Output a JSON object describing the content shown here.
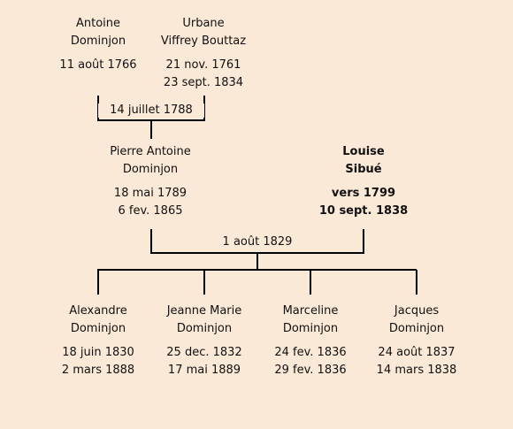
{
  "generation1": {
    "father": {
      "name_line1": "Antoine",
      "name_line2": "Dominjon",
      "birth": "11 août 1766",
      "death": ""
    },
    "mother": {
      "name_line1": "Urbane",
      "name_line2": "Viffrey Bouttaz",
      "birth": "21 nov. 1761",
      "death": "23 sept. 1834"
    },
    "marriage": "14 juillet 1788"
  },
  "generation2": {
    "father": {
      "name_line1": "Pierre Antoine",
      "name_line2": "Dominjon",
      "birth": "18 mai 1789",
      "death": "6 fev. 1865"
    },
    "mother": {
      "name_line1": "Louise",
      "name_line2": "Sibué",
      "birth": "vers 1799",
      "death": "10 sept. 1838"
    },
    "marriage": "1 août 1829"
  },
  "children": [
    {
      "name_line1": "Alexandre",
      "name_line2": "Dominjon",
      "birth": "18 juin 1830",
      "death": "2 mars 1888"
    },
    {
      "name_line1": "Jeanne Marie",
      "name_line2": "Dominjon",
      "birth": "25 dec. 1832",
      "death": "17 mai 1889"
    },
    {
      "name_line1": "Marceline",
      "name_line2": "Dominjon",
      "birth": "24 fev. 1836",
      "death": "29 fev. 1836"
    },
    {
      "name_line1": "Jacques",
      "name_line2": "Dominjon",
      "birth": "24 août 1837",
      "death": "14 mars 1838"
    }
  ],
  "colors": {
    "background": "#fbe9d7",
    "line": "#000000"
  }
}
